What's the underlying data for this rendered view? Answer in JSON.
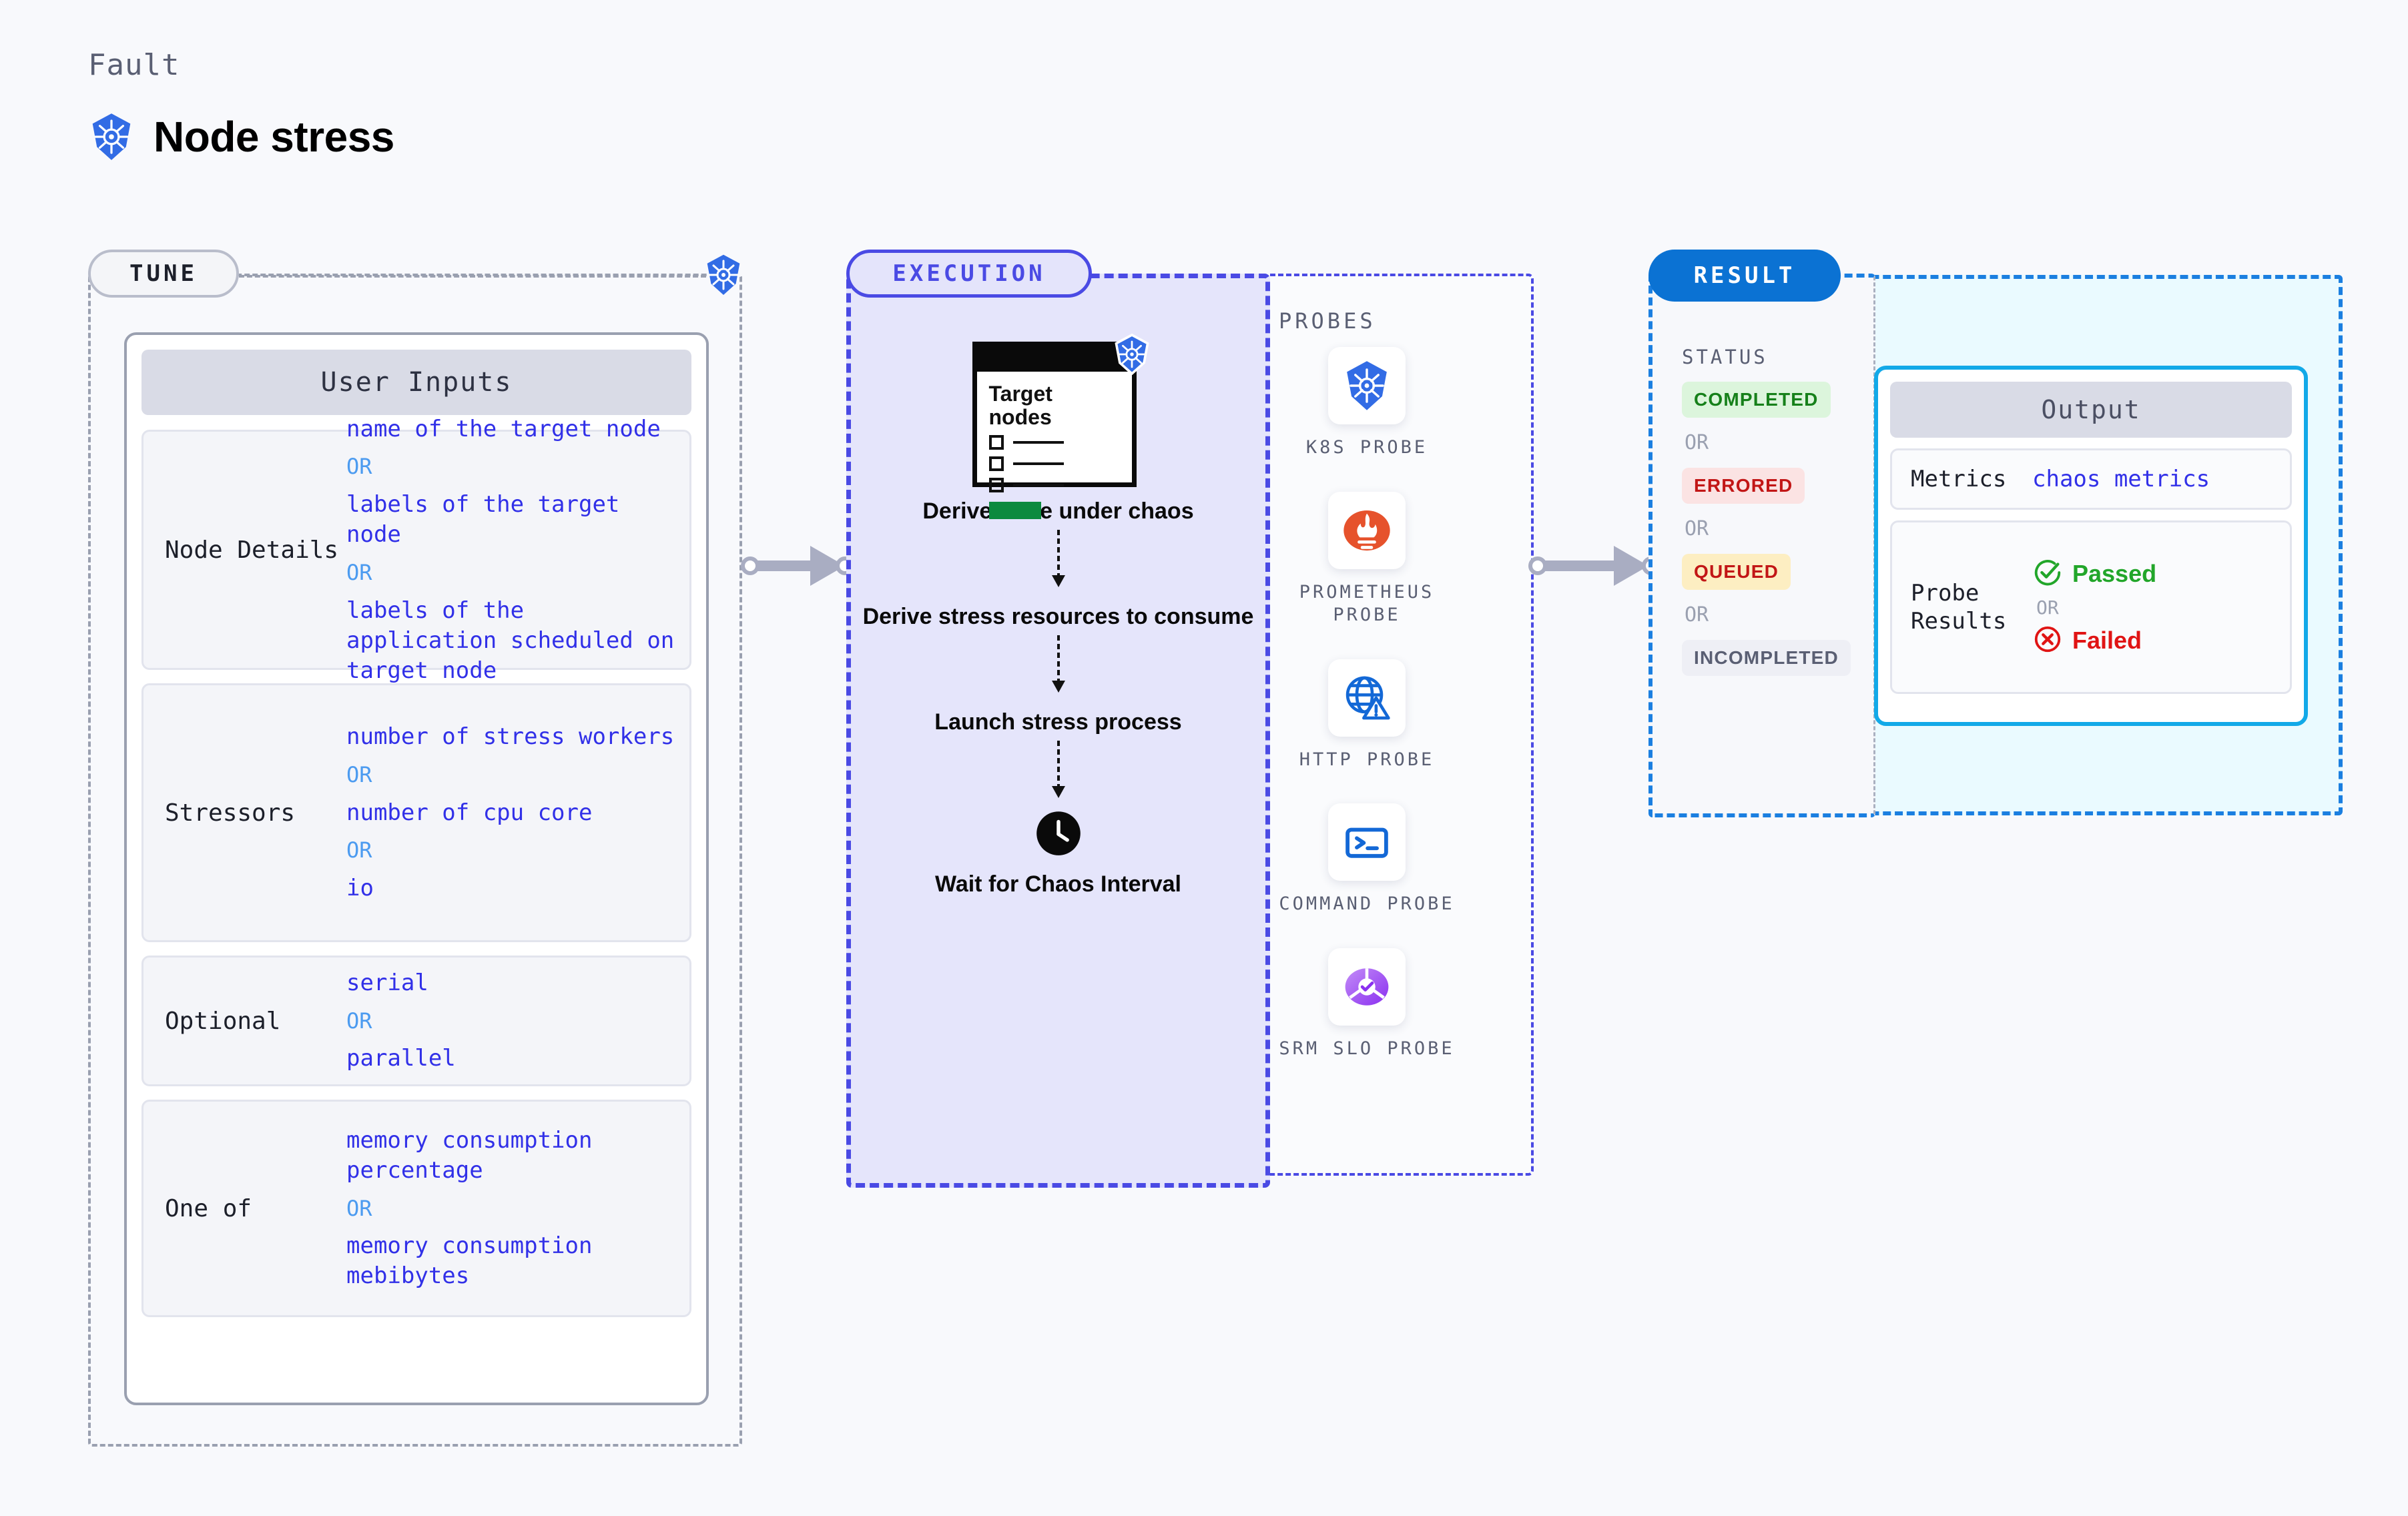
{
  "header": {
    "kicker": "Fault",
    "title": "Node stress",
    "icon": "kubernetes-icon"
  },
  "tune": {
    "pill_label": "TUNE",
    "card_header": "User Inputs",
    "rows": [
      {
        "label": "Node Details",
        "values": [
          "name of the target node",
          "labels of the target node",
          "labels of the application scheduled on target node"
        ],
        "separator": "OR"
      },
      {
        "label": "Stressors",
        "values": [
          "number of stress workers",
          "number of cpu core",
          "io"
        ],
        "separator": "OR"
      },
      {
        "label": "Optional",
        "values": [
          "serial",
          "parallel"
        ],
        "separator": "OR"
      },
      {
        "label": "One of",
        "values": [
          "memory consumption percentage",
          "memory consumption mebibytes"
        ],
        "separator": "OR"
      }
    ]
  },
  "execution": {
    "pill_label": "EXECUTION",
    "target_card": {
      "title_line1": "Target",
      "title_line2": "nodes",
      "icon": "kubernetes-icon"
    },
    "steps": [
      "Derive node under chaos",
      "Derive stress resources to consume",
      "Launch stress process",
      "Wait for Chaos Interval"
    ],
    "wait_icon": "clock-icon"
  },
  "probes": {
    "title": "PROBES",
    "items": [
      {
        "name": "K8S PROBE",
        "icon": "kubernetes-icon"
      },
      {
        "name": "PROMETHEUS PROBE",
        "icon": "prometheus-icon"
      },
      {
        "name": "HTTP PROBE",
        "icon": "globe-warning-icon"
      },
      {
        "name": "COMMAND PROBE",
        "icon": "terminal-icon"
      },
      {
        "name": "SRM SLO PROBE",
        "icon": "srm-slo-icon"
      }
    ]
  },
  "result": {
    "pill_label": "RESULT",
    "status_title": "STATUS",
    "separator": "OR",
    "statuses": [
      {
        "label": "COMPLETED",
        "style": "b-completed"
      },
      {
        "label": "ERRORED",
        "style": "b-errored"
      },
      {
        "label": "QUEUED",
        "style": "b-queued"
      },
      {
        "label": "INCOMPLETED",
        "style": "b-incompleted"
      }
    ],
    "output": {
      "header": "Output",
      "metrics_label": "Metrics",
      "metrics_value": "chaos metrics",
      "probe_results_label": "Probe Results",
      "passed_label": "Passed",
      "failed_label": "Failed",
      "separator": "OR",
      "passed_icon": "check-circle-icon",
      "failed_icon": "x-circle-icon"
    }
  },
  "colors": {
    "page_bg": "#f8f9fc",
    "tune_border": "#9aa0b0",
    "execution_accent": "#4a4ae4",
    "execution_bg": "#e5e5fb",
    "result_accent": "#1b7fe0",
    "result_bg": "#eafaff",
    "output_border": "#12a9e8",
    "value_text": "#3130e8",
    "or_text": "#4c9bf0",
    "k8s_blue": "#326ce5",
    "passed_green": "#22a62a",
    "failed_red": "#e01414"
  }
}
